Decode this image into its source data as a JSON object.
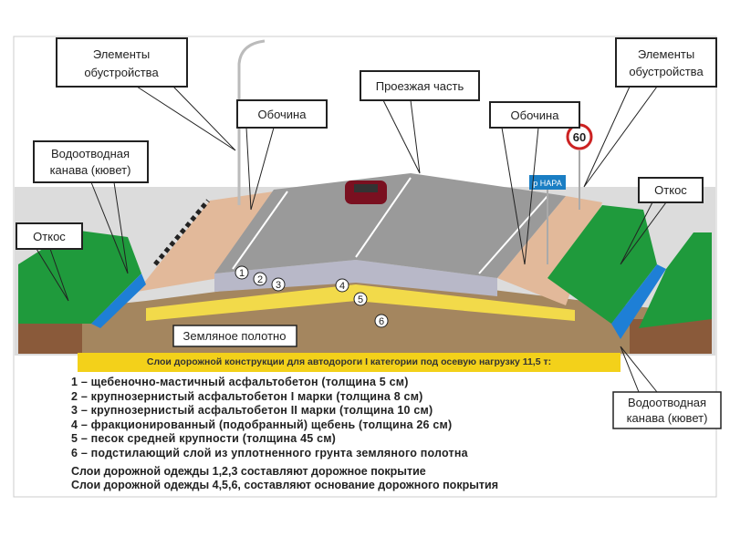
{
  "labels": {
    "elements_left": [
      "Элементы",
      "обустройства"
    ],
    "elements_right": [
      "Элементы",
      "обустройства"
    ],
    "roadway": "Проезжая часть",
    "shoulder_left": "Обочина",
    "shoulder_right": "Обочина",
    "ditch_left": [
      "Водоотводная",
      "канава (кювет)"
    ],
    "ditch_right": [
      "Водоотводная",
      "канава (кювет)"
    ],
    "slope_left": "Откос",
    "slope_right": "Откос",
    "subgrade": "Земляное полотно",
    "speed_sign": "60",
    "river_sign": "р НАРА"
  },
  "layer_numbers": [
    "1",
    "2",
    "3",
    "4",
    "5",
    "6"
  ],
  "legend": {
    "header": "Слои дорожной конструкции для автодороги I категории под осевую нагрузку 11,5 т:",
    "items": [
      "1 – щебеночно-мастичный асфальтобетон (толщина 5 см)",
      "2 – крупнозернистый асфальтобетон I марки (толщина 8 см)",
      "3 – крупнозернистый асфальтобетон II марки (толщина 10 см)",
      "4 – фракционированный (подобранный) щебень (толщина 26 см)",
      "5 – песок средней крупности (толщина 45 см)",
      "6 – подстилающий слой из уплотненного грунта земляного полотна"
    ],
    "summary": [
      "Слои дорожной одежды 1,2,3 составляют дорожное покрытие",
      "Слои дорожной одежды 4,5,6, составляют основание дорожного покрытия"
    ]
  },
  "colors": {
    "grass": "#1f9a3c",
    "water": "#1e7fd6",
    "sand": "#f2da4a",
    "soil": "#8a5a3a",
    "gravel": "#9a9a9a",
    "shoulder": "#e2b99a",
    "header": "#f3d11a"
  }
}
